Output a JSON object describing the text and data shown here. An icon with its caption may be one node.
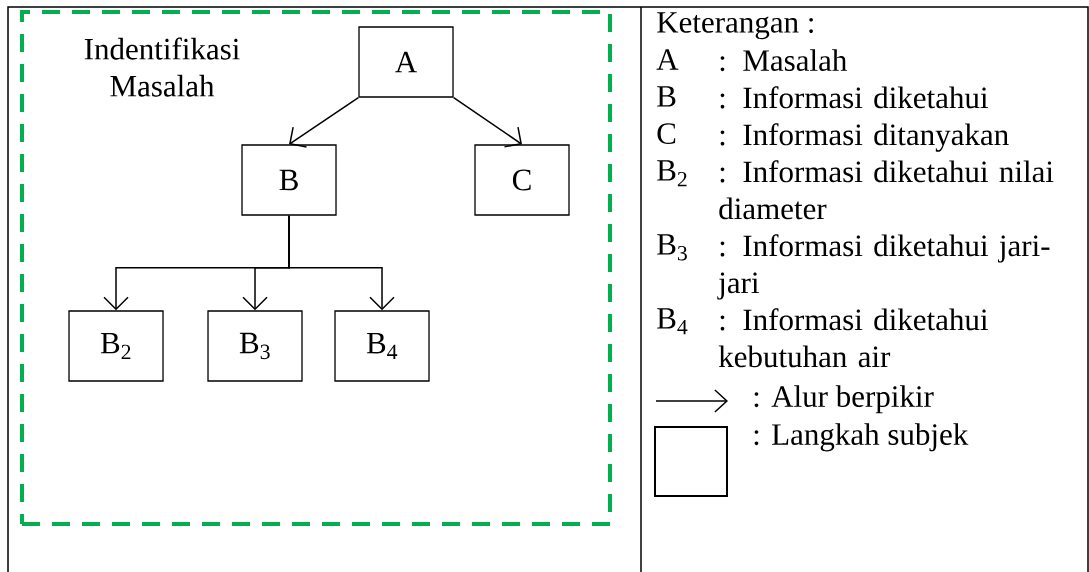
{
  "diagram": {
    "nodes": [
      {
        "text": [
          "Indentifikasi Masalah"
        ]
      },
      {
        "text": [
          "A"
        ],
        "in": 0
      },
      {
        "text": [
          "B"
        ],
        "in": 0
      },
      {
        "text": [
          "C"
        ],
        "in": 0
      },
      {
        "text": [
          "B$_{2}$"
        ],
        "in": 0
      },
      {
        "text": [
          "B$_{3}$"
        ],
        "in": 0
      },
      {
        "text": [
          "B$_{4}$"
        ],
        "in": 0
      }
    ],
    "edges": [
      {
        "from": 1,
        "to": 2,
        "arrow": "to"
      },
      {
        "from": 1,
        "to": 3,
        "arrow": "to"
      },
      {
        "from": 2,
        "to": 4,
        "arrow": "to"
      },
      {
        "from": 2,
        "to": 5,
        "arrow": "to"
      },
      {
        "from": 2,
        "to": 6,
        "arrow": "to"
      }
    ],
    "labels": [
      "Keterangan :",
      "A",
      ": Masalah",
      "B",
      ": Informasi diketahui",
      "C",
      ": Informasi ditanyakan",
      "B$_{2}$",
      ": Informasi diketahui nilai diameter",
      "B$_{3}$",
      ": Informasi diketahui jari-jari",
      "B$_{4}$",
      ": Informasi diketahui kebutuhan air"
    ],
    "legend": [
      {
        "text": ": Alur berpikir"
      },
      {
        "text": ": Langkah subjek"
      }
    ]
  }
}
